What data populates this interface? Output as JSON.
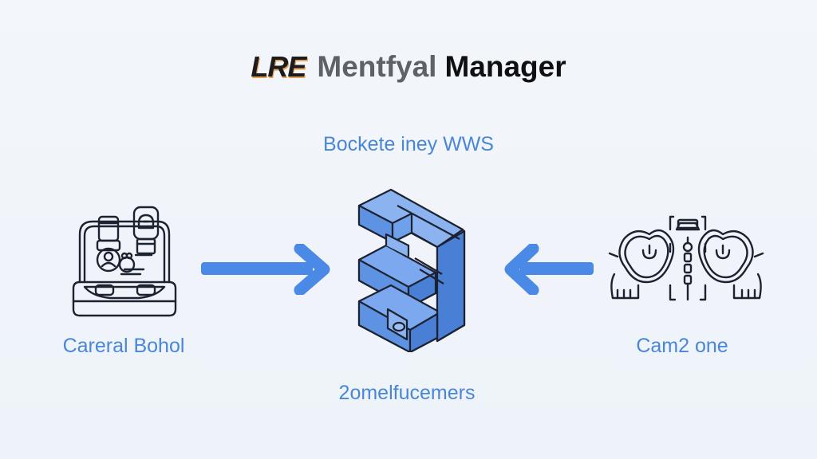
{
  "header": {
    "logo_text": "LRE",
    "app_name_part1": "Mentfyal",
    "app_name_part2": "Manager"
  },
  "diagram": {
    "center_service_label": "Bockete iney WWS",
    "left_node": {
      "label": "Careral Bohol",
      "icon": "camera-station-icon"
    },
    "center_node": {
      "label": "2omelfucemers",
      "icon": "blue-bracket-block-icon"
    },
    "right_node": {
      "label": "Cam2 one",
      "icon": "paired-power-devices-icon"
    },
    "arrows": [
      {
        "from": "left_node",
        "to": "center_node",
        "direction": "right"
      },
      {
        "from": "right_node",
        "to": "center_node",
        "direction": "left"
      }
    ]
  },
  "colors": {
    "background": "#f1f5fa",
    "accent_blue": "#4a86d8",
    "arrow_blue": "#4b89e6",
    "block_blue": "#6fa0ea",
    "block_blue_dark": "#4a7fd6",
    "outline": "#1d2230",
    "logo_shadow": "#e6a255"
  }
}
